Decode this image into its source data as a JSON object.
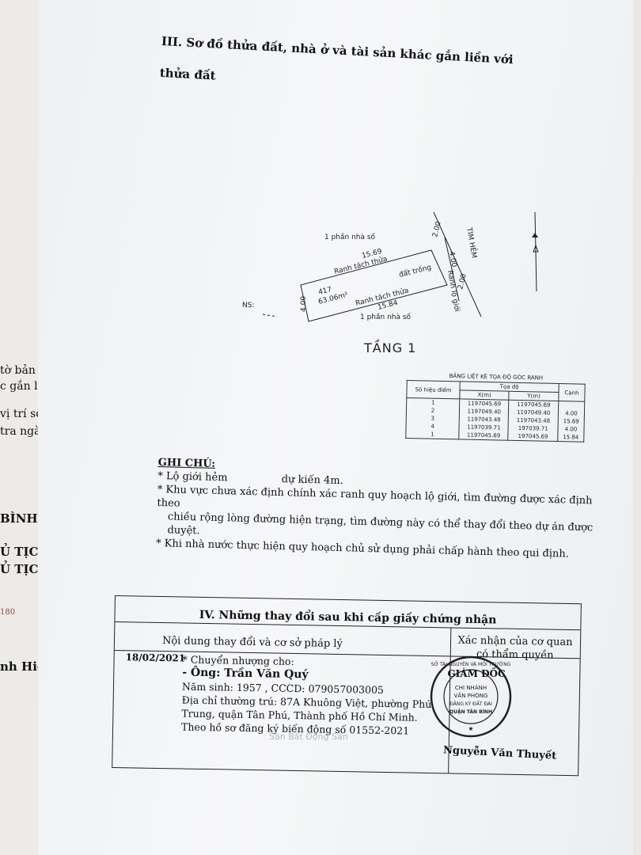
{
  "left_page": {
    "lines": [
      "tờ bản đồ",
      "c gắn liền",
      "vị trí số",
      "tra ngày",
      "BÌNH",
      "Ủ TỊCH",
      "Ủ TỊCH",
      "nh Hiếu"
    ],
    "stamp_fragment": "180"
  },
  "section3": {
    "title": "III. Sơ đồ thửa đất, nhà ở và tài sản khác gắn liền với thửa đất"
  },
  "drawing": {
    "top_neighbor": "1 phần nhà số",
    "bottom_neighbor": "1 phần nhà số",
    "top_length": "15.69",
    "bottom_length": "15.84",
    "left_width": "4.00",
    "right_width": "4.00",
    "setback_top": "2.00",
    "setback_bottom": "2.00",
    "top_line_label": "Ranh tách thửa",
    "bottom_line_label": "Ranh tách thửa",
    "empty_land": "đất trống",
    "parcel_number": "417",
    "parcel_area": "63.06m²",
    "ns_label": "NS:",
    "alley_center": "TIM HẺM",
    "boundary_label": "Ranh lộ giới",
    "floor_label": "TẦNG 1"
  },
  "coord_table": {
    "title": "BẢNG LIỆT KÊ TỌA ĐỘ GÓC RANH",
    "headers": {
      "point": "Số hiệu điểm",
      "coords": "Tọa độ",
      "x": "X(m)",
      "y": "Y(m)",
      "edge": "Cạnh"
    },
    "rows": [
      {
        "point": "1",
        "x": "1197045.69",
        "y": "1197045.69"
      },
      {
        "point": "2",
        "x": "1197049.40",
        "y": "1197049.40"
      },
      {
        "point": "3",
        "x": "1197043.48",
        "y": "1197043.48"
      },
      {
        "point": "4",
        "x": "1197039.71",
        "y": "197039.71"
      },
      {
        "point": "1",
        "x": "1197045.69",
        "y": "197045.69"
      }
    ],
    "edges": [
      "4.00",
      "15.69",
      "4.00",
      "15.84"
    ]
  },
  "notes": {
    "heading": "GHI CHÚ:",
    "item1_a": "* Lộ giới hẻm",
    "item1_b": "dự kiến 4m.",
    "item2_line1": "* Khu vực chưa xác định chính xác ranh quy hoạch lộ giới, tìm đường được xác định theo",
    "item2_line2": "chiều rộng lòng đường hiện trạng, tìm đường này có thể thay đổi theo dự án được duyệt.",
    "item3": "* Khi nhà nước thực hiện quy hoạch chủ sử dụng phải chấp hành theo qui  định."
  },
  "section4": {
    "title": "IV. Những thay đổi sau khi cấp giấy chứng nhận",
    "col_content": "Nội dung thay đổi và cơ sở pháp lý",
    "col_authority_1": "Xác nhận của cơ quan",
    "col_authority_2": "có thẩm quyền",
    "date": "18/02/2021",
    "line1": "* Chuyển nhượng cho:",
    "buyer": "- Ông: Trần Văn Quý",
    "line3": "Năm sinh: 1957 , CCCD: 079057003005",
    "line4": "Địa chỉ thường trú: 87A Khuông Việt, phường Phú",
    "line5": "Trung, quận Tân Phú, Thành phố Hồ Chí Minh.",
    "line6": "Theo hồ sơ đăng ký biến động số 01552-2021",
    "signer": "Nguyễn Văn Thuyết"
  },
  "seal": {
    "top_title": "GIÁM ĐỐC",
    "inner_1": "CHI NHÁNH",
    "inner_2": "VĂN PHÒNG",
    "inner_3": "ĐĂNG KÝ ĐẤT ĐAI",
    "inner_4": "QUẬN TÂN BÌNH",
    "ring": "SỞ TÀI NGUYÊN VÀ MÔI TRƯỜNG"
  },
  "watermark": "Sàn Bất Động Sản",
  "colors": {
    "ink": "#111111",
    "stamp_red": "#c0392b"
  }
}
